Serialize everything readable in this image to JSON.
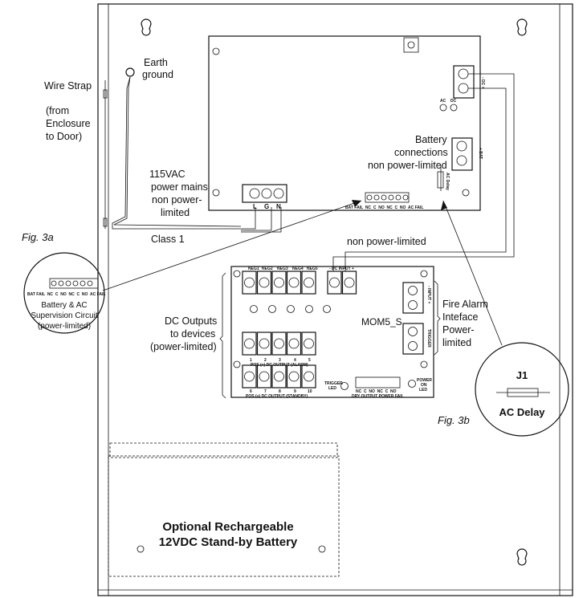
{
  "labels": {
    "wire_strap": "Wire Strap",
    "from_enclosure": [
      "(from",
      "Enclosure",
      "to Door)"
    ],
    "earth_ground": [
      "Earth",
      "ground"
    ],
    "power_mains": [
      "115VAC",
      "power mains",
      "non power-",
      "limited"
    ],
    "class1": "Class 1",
    "battery_connections": [
      "Battery",
      "connections",
      "non power-limited"
    ],
    "non_power_limited": "non power-limited",
    "dc_outputs": [
      "DC Outputs",
      "to devices",
      "(power-limited)"
    ],
    "fire_alarm": [
      "Fire Alarm",
      "Inteface",
      "Power-",
      "limited"
    ],
    "fig3a": "Fig. 3a",
    "fig3b": "Fig. 3b",
    "battery": [
      "Optional Rechargeable",
      "12VDC Stand-by Battery"
    ]
  },
  "main_board": {
    "lgn": [
      "L",
      "G",
      "N"
    ],
    "dc": "- DC +",
    "bat": "+ BAT -",
    "ac_led": "AC",
    "dc_led": "DC",
    "ac_delay": "AC Delay",
    "supervision_terms": "BAT FAIL  NC  C  NO  NC  C  NO  AC FAIL"
  },
  "fig3a_inset": {
    "terms": "BAT FAIL  NC  C  NO  NC  C  NO  AC FAIL",
    "title": [
      "Battery & AC",
      "Supervision Circuit",
      "(power-limited)"
    ]
  },
  "fig3b_inset": {
    "jumper": "J1",
    "title": "AC Delay"
  },
  "mom5": {
    "name": "MOM5_S",
    "neg": [
      "NEG1",
      "NEG2",
      "NEG3",
      "NEG4",
      "NEG5"
    ],
    "dc_input": "- DC INPUT +",
    "alarm_nums": [
      "1",
      "2",
      "3",
      "4",
      "5"
    ],
    "alarm_label": "POS (+) DC OUTPUT (ALARM)",
    "standby_nums": [
      "6",
      "7",
      "8",
      "9",
      "10"
    ],
    "standby_label": "POS (+) DC OUTPUT (STANDBY)",
    "input": "- INPUT +",
    "trigger": "TRIGGER",
    "trigger_led": [
      "TRIGGER",
      "LED"
    ],
    "power_led": [
      "POWER",
      "ON",
      "LED"
    ],
    "dry_terms": "NC  C  NO  NC  C  NO",
    "dry_label": "DRY OUTPUT  POWER FAIL"
  }
}
